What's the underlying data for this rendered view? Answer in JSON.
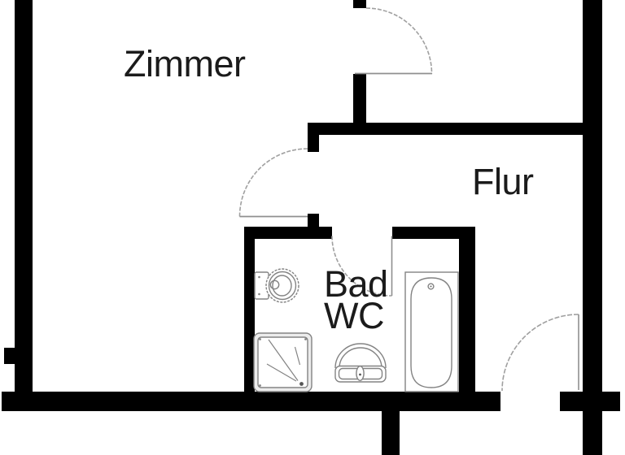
{
  "document": {
    "type": "floor-plan",
    "language": "de"
  },
  "labels": {
    "zimmer": "Zimmer",
    "flur": "Flur",
    "bad_line1": "Bad",
    "bad_line2": "WC"
  },
  "rooms": [
    {
      "id": "zimmer",
      "label": "Zimmer"
    },
    {
      "id": "flur",
      "label": "Flur"
    },
    {
      "id": "bad-wc",
      "label": "Bad WC"
    }
  ],
  "fixtures": [
    "toilet",
    "shower",
    "washbasin",
    "bathtub"
  ],
  "doors": [
    "door-zimmer-top",
    "door-zimmer-corridor",
    "door-bad-wc",
    "door-flur-bottom"
  ],
  "colors": {
    "wall": "#000000",
    "background": "#ffffff",
    "door_arc": "#a0a0a0",
    "fixture_stroke": "#838383",
    "shower_fill": "#ececec",
    "text": "#1b1b1b"
  }
}
